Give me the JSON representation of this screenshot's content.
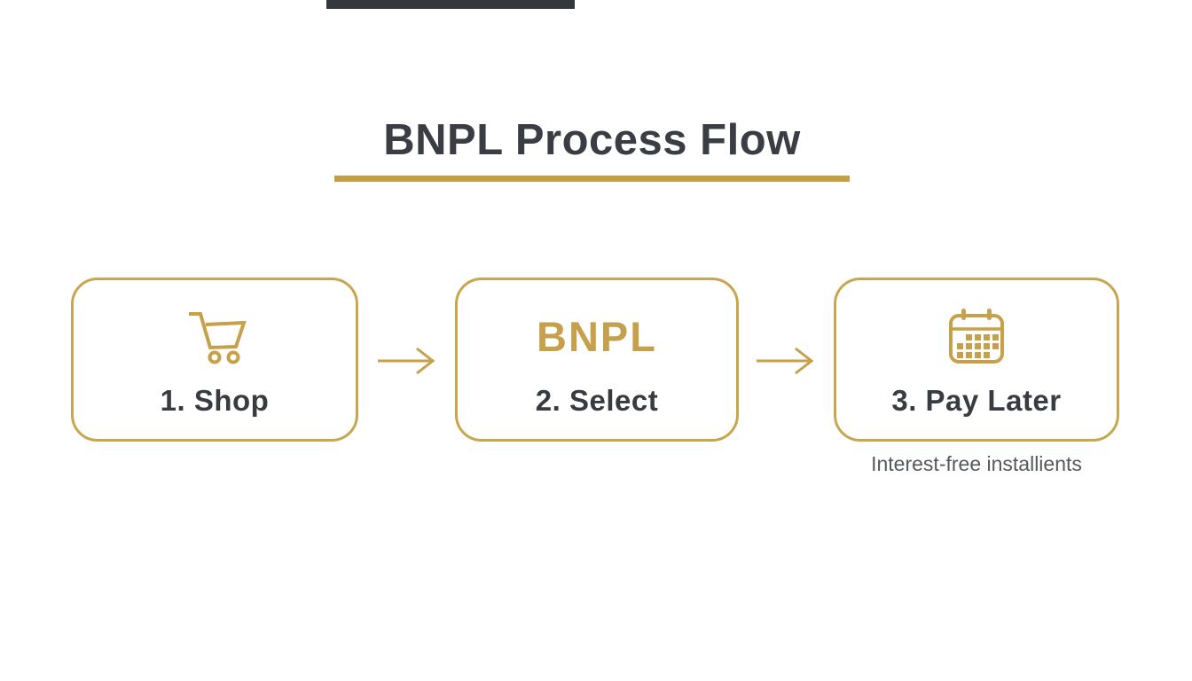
{
  "header": {
    "title": "BNPL Process Flow"
  },
  "steps": [
    {
      "label": "1. Shop",
      "icon": "shopping-cart-icon"
    },
    {
      "label": "2. Select",
      "icon": "bnpl-logo",
      "logo_text": "BNPL"
    },
    {
      "label": "3. Pay Later",
      "icon": "calendar-icon",
      "caption": "Interest-free installients"
    }
  ],
  "arrows": [
    {
      "icon": "arrow-right-icon"
    },
    {
      "icon": "arrow-right-icon"
    }
  ],
  "colors": {
    "gold": "#C6A04A",
    "gold_border": "#C9A64E",
    "underline_gold": "#C49E45",
    "title_text": "#3A3E44",
    "step_text": "#383C41",
    "caption_text": "#55595E",
    "top_bar": "#33373C",
    "background": "#FFFFFF"
  }
}
